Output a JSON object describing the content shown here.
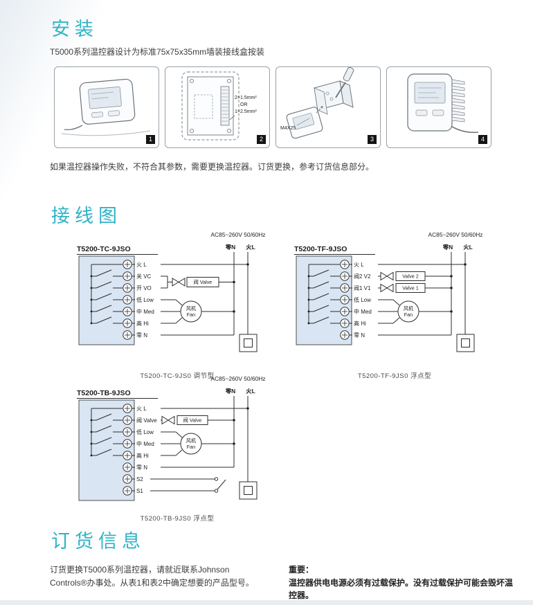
{
  "install": {
    "title": "安装",
    "intro": "T5000系列温控器设计为标准75x75x35mm墙装接线盒按装",
    "note": "如果温控器操作失败，不符合其参数，需要更换温控器。订货更换，参考订货信息部分。",
    "panels": [
      {
        "number": "1"
      },
      {
        "number": "2",
        "note1": "2×1.5mm²",
        "note2": "OR",
        "note3": "1×2.5mm²"
      },
      {
        "number": "3",
        "screw": "M4X25"
      },
      {
        "number": "4"
      }
    ]
  },
  "wiring": {
    "title": "接线图",
    "power_label": "AC85~260V  50/60Hz",
    "neutral_label": "零N",
    "live_label": "火L",
    "fan_line1": "风机",
    "fan_line2": "Fan",
    "diagrams": [
      {
        "model": "T5200-TC-9JSO",
        "terminals": [
          "火 L",
          "关 VC",
          "开 VO",
          "低 Low",
          "中 Med",
          "高 Hi",
          "零 N"
        ],
        "valves": [
          "阀 Valve"
        ],
        "caption": "T5200-TC-9JS0 调节型"
      },
      {
        "model": "T5200-TF-9JSO",
        "terminals": [
          "火 L",
          "阀2 V2",
          "阀1 V1",
          "低 Low",
          "中 Med",
          "高 Hi",
          "零 N"
        ],
        "valves": [
          "Valve 2",
          "Valve 1"
        ],
        "caption": "T5200-TF-9JS0 浮点型"
      },
      {
        "model": "T5200-TB-9JSO",
        "terminals": [
          "火 L",
          "阀 Valve",
          "低 Low",
          "中 Med",
          "高 Hi",
          "零 N",
          "S2",
          "S1"
        ],
        "valves": [
          "阀 Valve"
        ],
        "caption": "T5200-TB-9JS0 浮点型"
      }
    ]
  },
  "ordering": {
    "title": "订货信息",
    "body": "订货更换T5000系列温控器，请就近联系Johnson Controls®办事处。从表1和表2中确定想要的产品型号。",
    "important_label": "重要：",
    "important_body": "温控器供电电源必须有过载保护。没有过载保护可能会毁坏温控器。"
  }
}
